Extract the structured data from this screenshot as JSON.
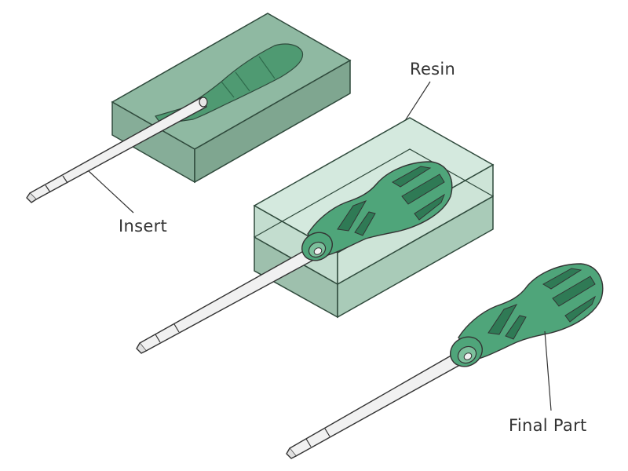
{
  "labels": {
    "resin": "Resin",
    "insert": "Insert",
    "final_part": "Final Part"
  },
  "colors": {
    "mold_fill": "#8fb9a2",
    "mold_stroke": "#2f4a3c",
    "resin_fill": "#cfe6da",
    "handle_green": "#4fa57a",
    "handle_dark": "#2f7a55",
    "shaft_fill": "#f1f1f1",
    "outline": "#333333"
  }
}
